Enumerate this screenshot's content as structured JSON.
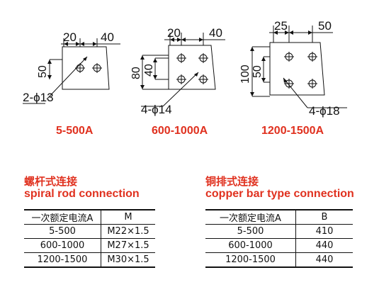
{
  "diagrams": [
    {
      "dim_top_a": "20",
      "dim_top_b": "40",
      "dim_side": "50",
      "holes": "2-ϕ13",
      "caption": "5-500A"
    },
    {
      "dim_top_a": "20",
      "dim_top_b": "40",
      "dim_side_outer": "80",
      "dim_side_inner": "40",
      "holes": "4-ϕ14",
      "caption": "600-1000A"
    },
    {
      "dim_top_a": "25",
      "dim_top_b": "50",
      "dim_side_outer": "100",
      "dim_side_inner": "50",
      "holes": "4-ϕ18",
      "caption": "1200-1500A"
    }
  ],
  "spiral": {
    "title_zh": "螺杆式连接",
    "title_en": "spiral rod connection",
    "headers": [
      "一次额定电流A",
      "M"
    ],
    "rows": [
      [
        "5-500",
        "M22×1.5"
      ],
      [
        "600-1000",
        "M27×1.5"
      ],
      [
        "1200-1500",
        "M30×1.5"
      ]
    ]
  },
  "copper": {
    "title_zh": "铜排式连接",
    "title_en": "copper bar type connection",
    "headers": [
      "一次额定电流A",
      "B"
    ],
    "rows": [
      [
        "5-500",
        "410"
      ],
      [
        "600-1000",
        "440"
      ],
      [
        "1200-1500",
        "440"
      ]
    ]
  },
  "colors": {
    "accent": "#e0311f",
    "line": "#111111"
  }
}
